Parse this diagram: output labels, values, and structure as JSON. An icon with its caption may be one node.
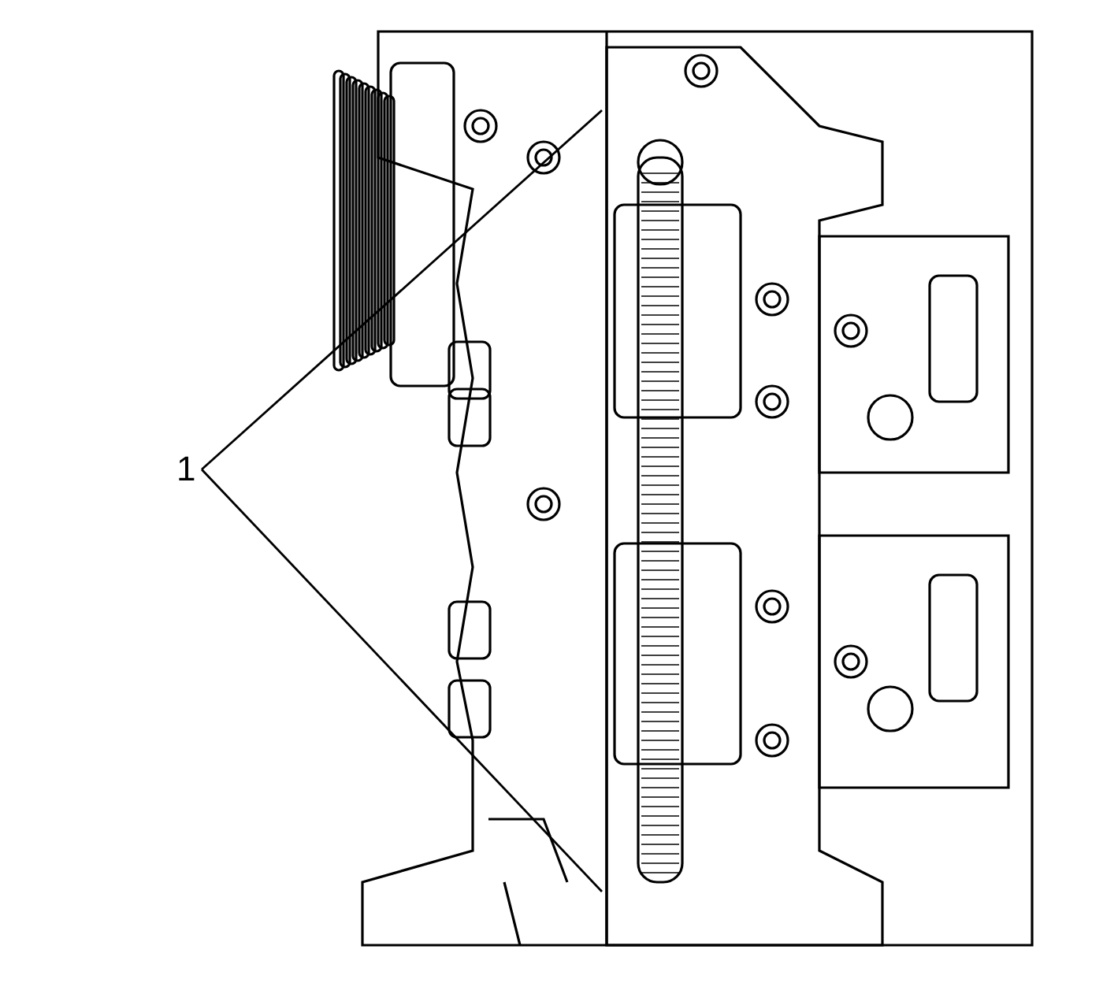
{
  "diagram": {
    "nodes": [
      {
        "text": [
          "1"
        ]
      },
      {
        "text": [],
        "shape": "picture"
      }
    ],
    "edges": [
      {
        "from": 0,
        "to": 1,
        "arrow": "none"
      },
      {
        "from": 0,
        "to": 1,
        "arrow": "none"
      }
    ]
  }
}
